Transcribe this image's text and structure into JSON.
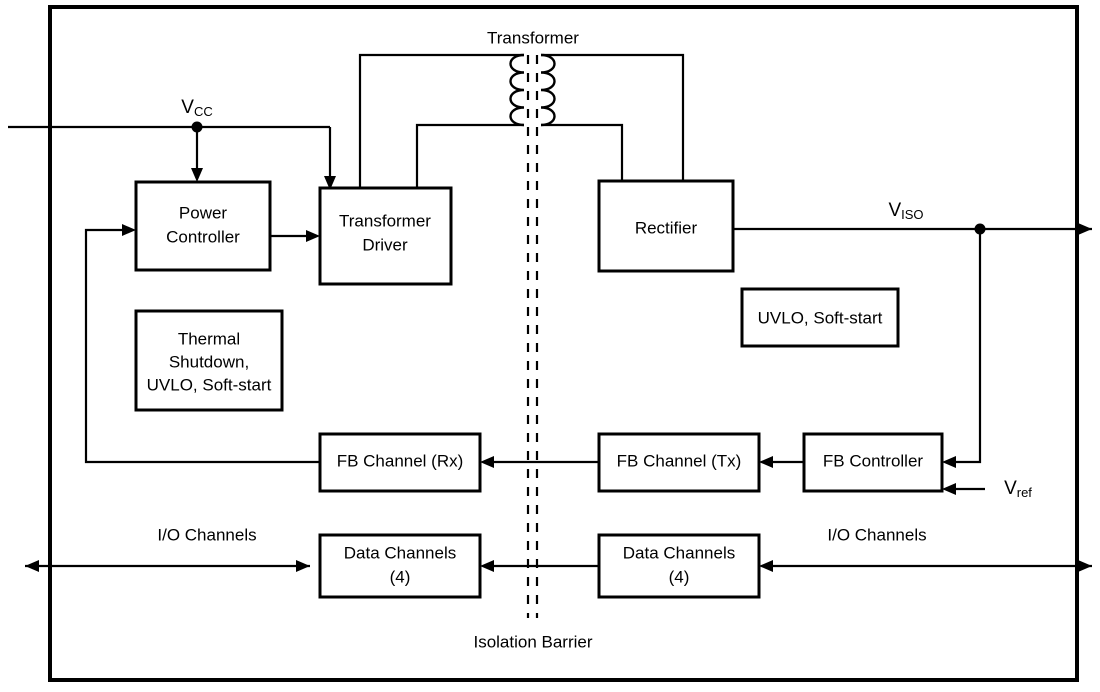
{
  "diagram": {
    "title_label": "Transformer",
    "isolation_label": "Isolation Barrier",
    "background_color": "#ffffff",
    "line_color": "#000000",
    "blocks": [
      {
        "id": "power-controller",
        "lines": [
          "Power",
          "Controller"
        ]
      },
      {
        "id": "transformer-driver",
        "lines": [
          "Transformer",
          "Driver"
        ]
      },
      {
        "id": "thermal-shutdown",
        "lines": [
          "Thermal",
          "Shutdown,",
          "UVLO, Soft-start"
        ]
      },
      {
        "id": "rectifier",
        "lines": [
          "Rectifier"
        ]
      },
      {
        "id": "uvlo-soft-start",
        "lines": [
          "UVLO, Soft-start"
        ]
      },
      {
        "id": "fb-channel-rx",
        "lines": [
          "FB Channel (Rx)"
        ]
      },
      {
        "id": "fb-channel-tx",
        "lines": [
          "FB Channel (Tx)"
        ]
      },
      {
        "id": "fb-controller",
        "lines": [
          "FB Controller"
        ]
      },
      {
        "id": "data-channels-pri",
        "lines": [
          "Data Channels",
          "(4)"
        ]
      },
      {
        "id": "data-channels-sec",
        "lines": [
          "Data Channels",
          "(4)"
        ]
      }
    ],
    "signals": {
      "vcc_main": "V",
      "vcc_sub": "CC",
      "viso_main": "V",
      "viso_sub": "ISO",
      "vref_main": "V",
      "vref_sub": "ref"
    },
    "io_labels": {
      "primary": "I/O Channels",
      "secondary": "I/O Channels"
    }
  }
}
